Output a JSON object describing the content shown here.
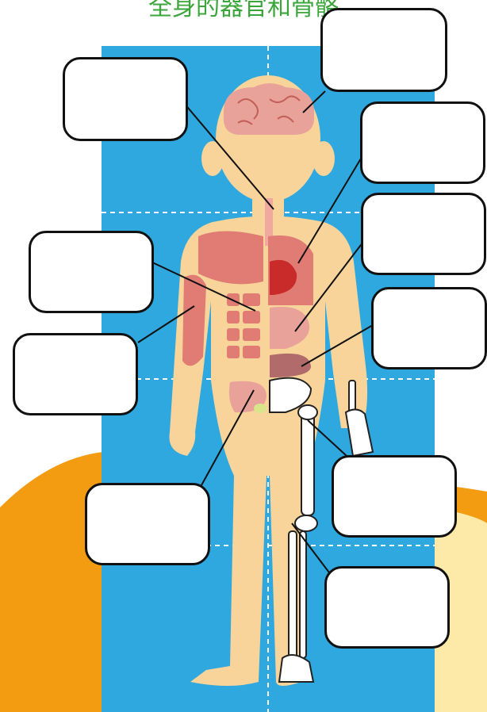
{
  "diagram": {
    "title": "全身的器官和骨骼",
    "colors": {
      "background_orange": "#f39c12",
      "background_cream": "#fde9a8",
      "panel_blue": "#2ea8df",
      "skin": "#f8d49a",
      "organ_pink": "#e07c73",
      "heart_red": "#c92a2a",
      "bone_white": "#ffffff",
      "label_border": "#111111"
    },
    "label_boxes": [
      {
        "target": "trachea",
        "text": ""
      },
      {
        "target": "brain",
        "text": ""
      },
      {
        "target": "heart",
        "text": ""
      },
      {
        "target": "muscles",
        "text": ""
      },
      {
        "target": "stomach",
        "text": ""
      },
      {
        "target": "arm-muscle",
        "text": ""
      },
      {
        "target": "intestine",
        "text": ""
      },
      {
        "target": "large-intestine",
        "text": ""
      },
      {
        "target": "pelvis",
        "text": ""
      },
      {
        "target": "knee",
        "text": ""
      }
    ]
  }
}
